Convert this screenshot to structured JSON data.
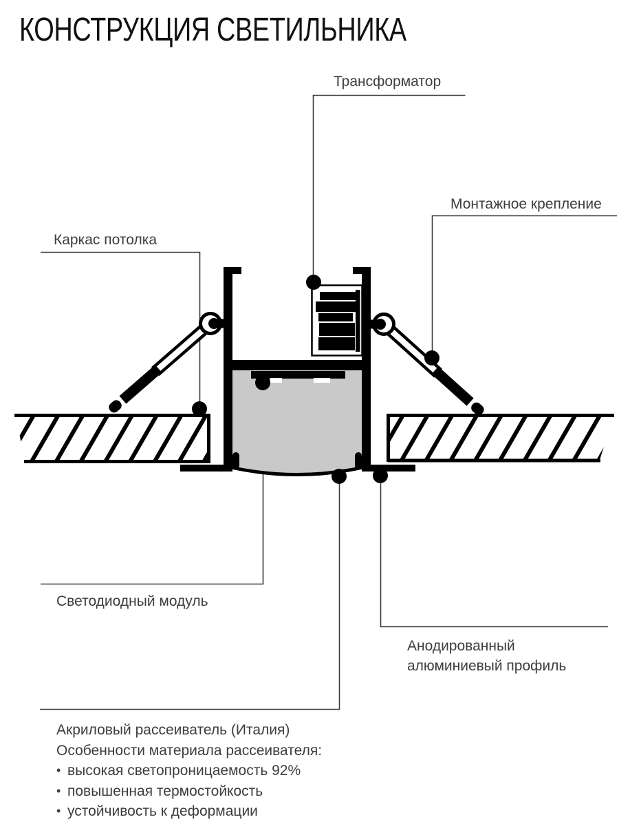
{
  "title": "КОНСТРУКЦИЯ СВЕТИЛЬНИКА",
  "labels": {
    "transformer": "Трансформатор",
    "mounting_bracket": "Монтажное крепление",
    "ceiling_frame": "Каркас потолка",
    "led_module": "Светодиодный модуль",
    "aluminum_profile": "Анодированный алюминиевый профиль"
  },
  "diffuser_block": {
    "title": "Акриловый рассеиватель (Италия)",
    "subtitle": "Особенности материала рассеивателя:",
    "bullet": "•",
    "items": [
      "высокая светопроницаемость 92%",
      "повышенная термостойкость",
      "устойчивость к деформации"
    ]
  },
  "colors": {
    "ink": "#000000",
    "line": "#3a3a3a",
    "label": "#3d3d3d",
    "gray": "#c9c9c9",
    "bg": "#ffffff",
    "title": "#111111"
  }
}
